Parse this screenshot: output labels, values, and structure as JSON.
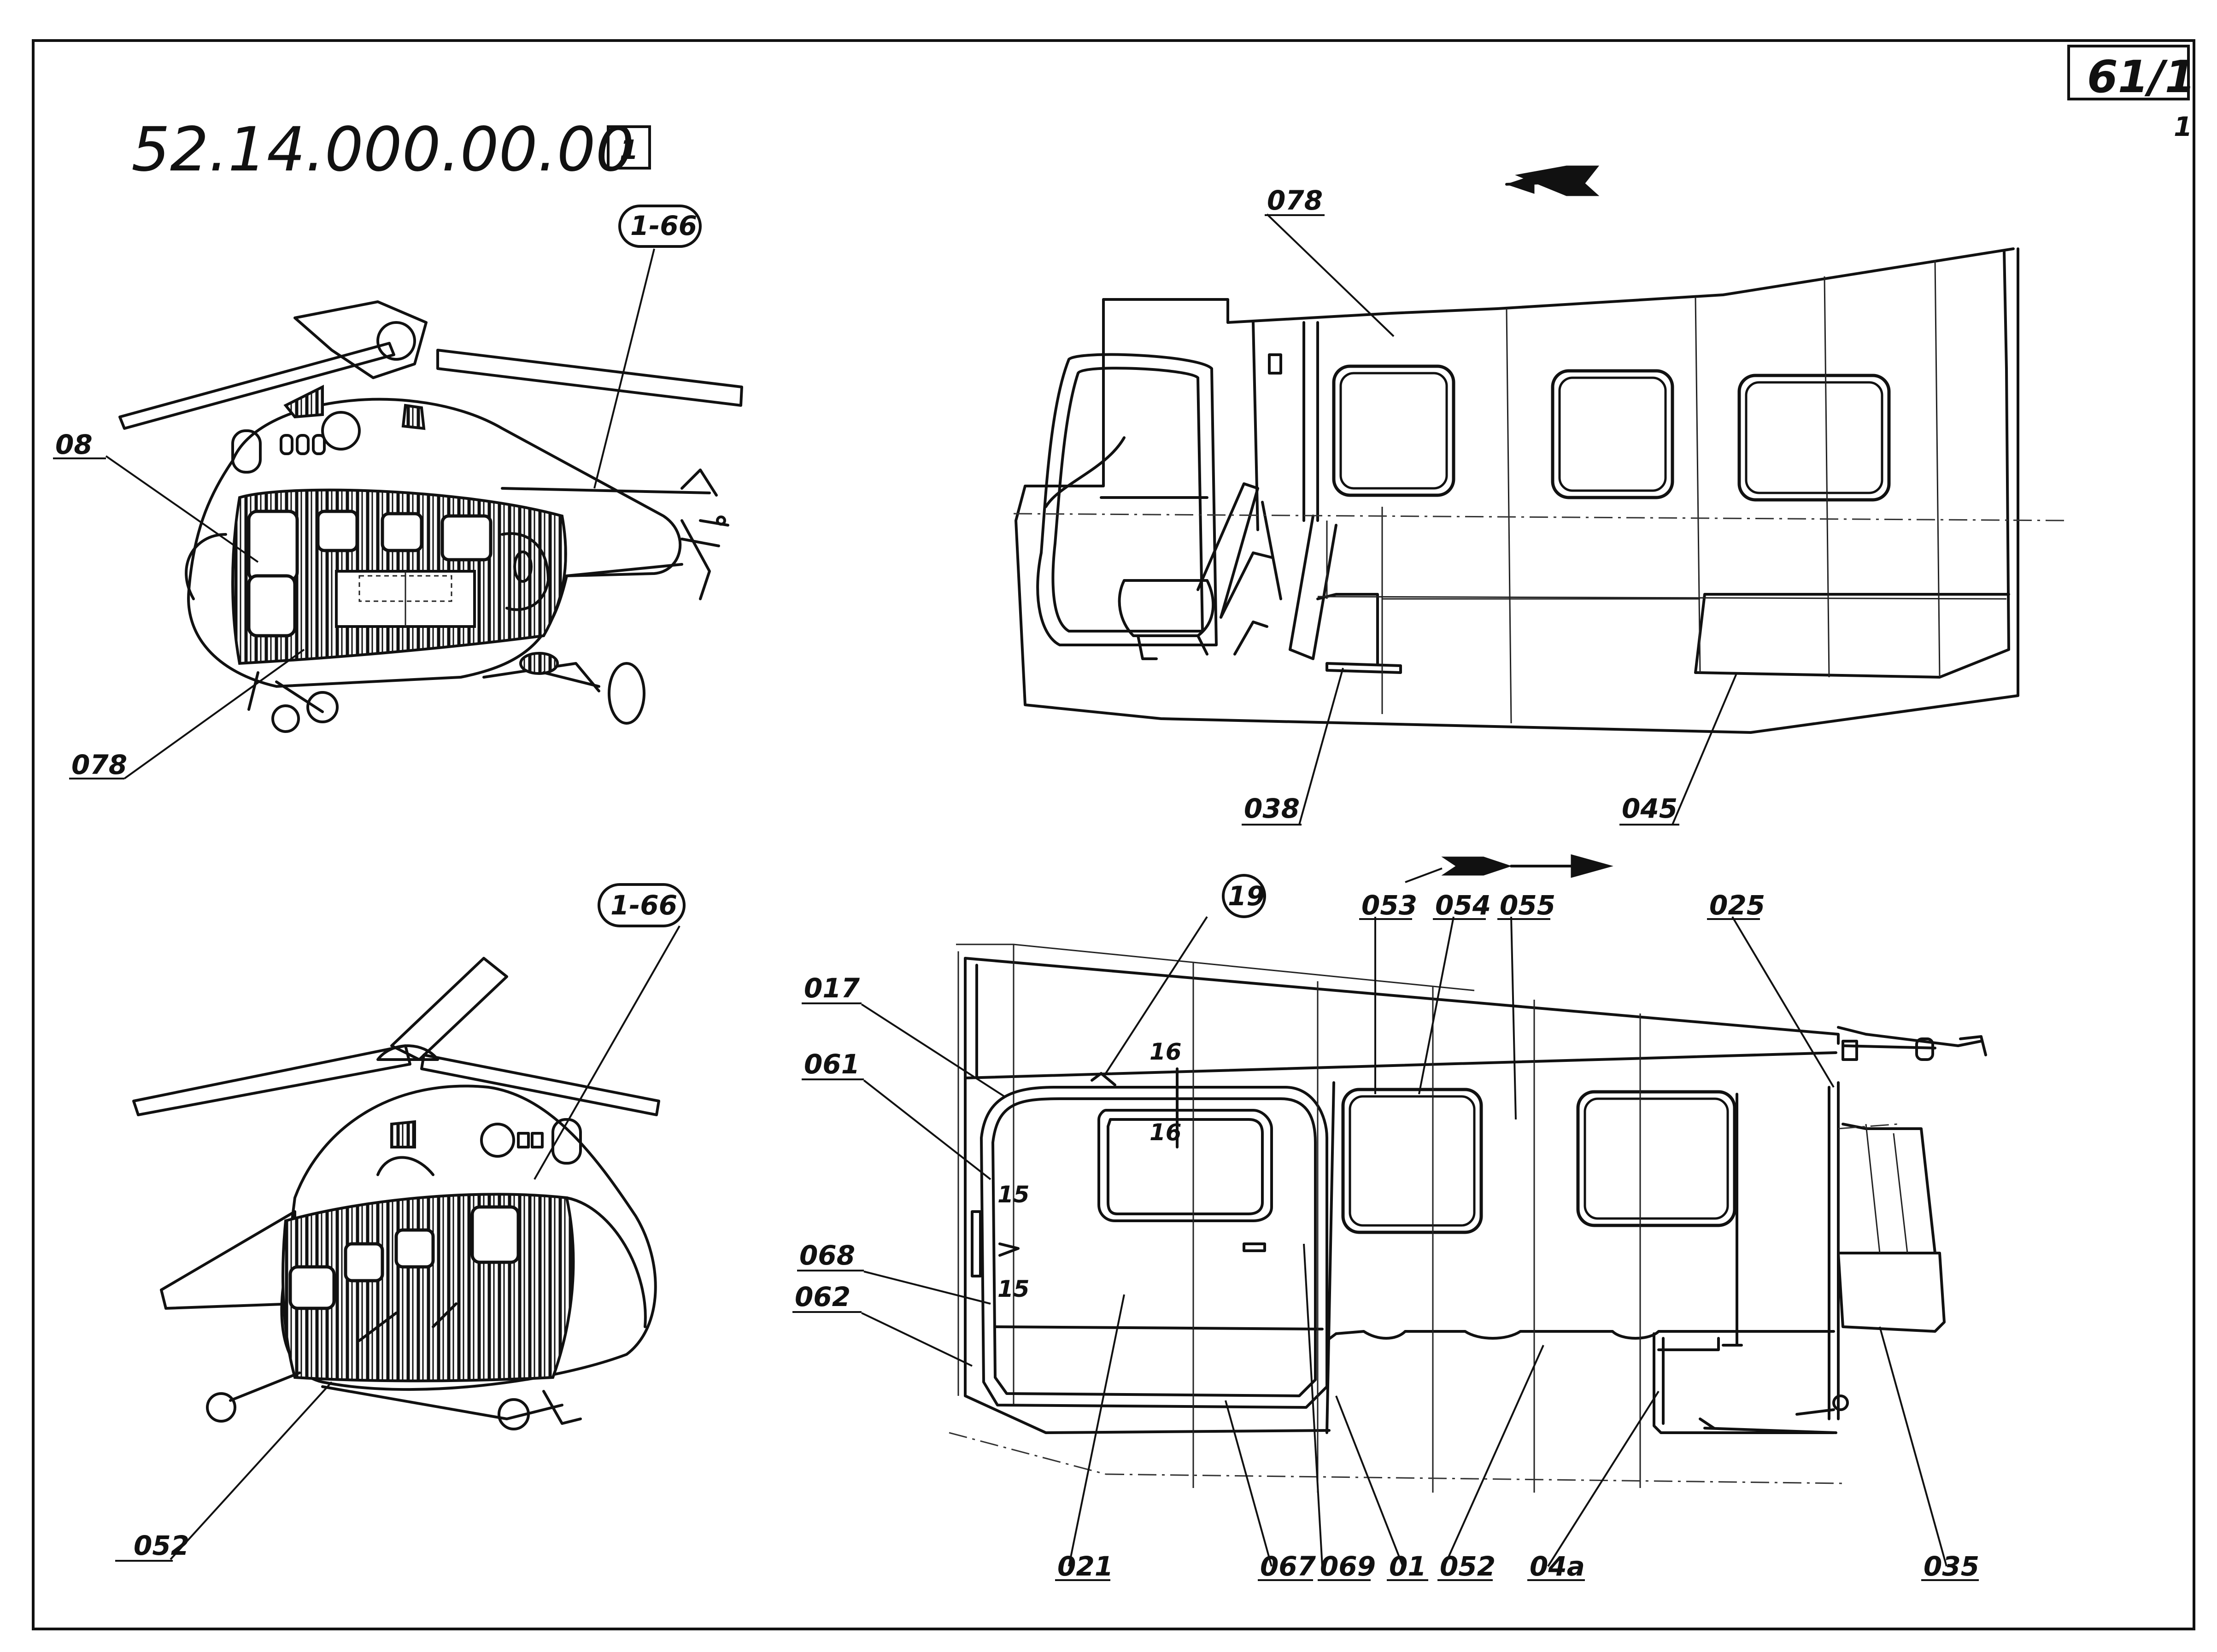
{
  "document": {
    "drawing_number": "52.14.000.00.00",
    "sheet_box": "1",
    "page_ref": "61/1",
    "page_sub": "1"
  },
  "views": {
    "top_left": {
      "range_callout": "1-66",
      "labels": [
        "08",
        "078"
      ]
    },
    "bottom_left": {
      "range_callout": "1-66",
      "labels": [
        "052"
      ]
    },
    "top_right": {
      "direction": "left",
      "labels": [
        "078",
        "038",
        "045"
      ]
    },
    "bottom_right": {
      "direction": "right",
      "circle_callout": "19",
      "top_labels": [
        "053",
        "054",
        "055",
        "025"
      ],
      "left_labels": [
        "017",
        "061",
        "068",
        "062"
      ],
      "bottom_labels": [
        "021",
        "067",
        "069",
        "01",
        "052",
        "04a",
        "035"
      ],
      "section_marks": [
        "16",
        "16",
        "15",
        "15"
      ]
    }
  }
}
